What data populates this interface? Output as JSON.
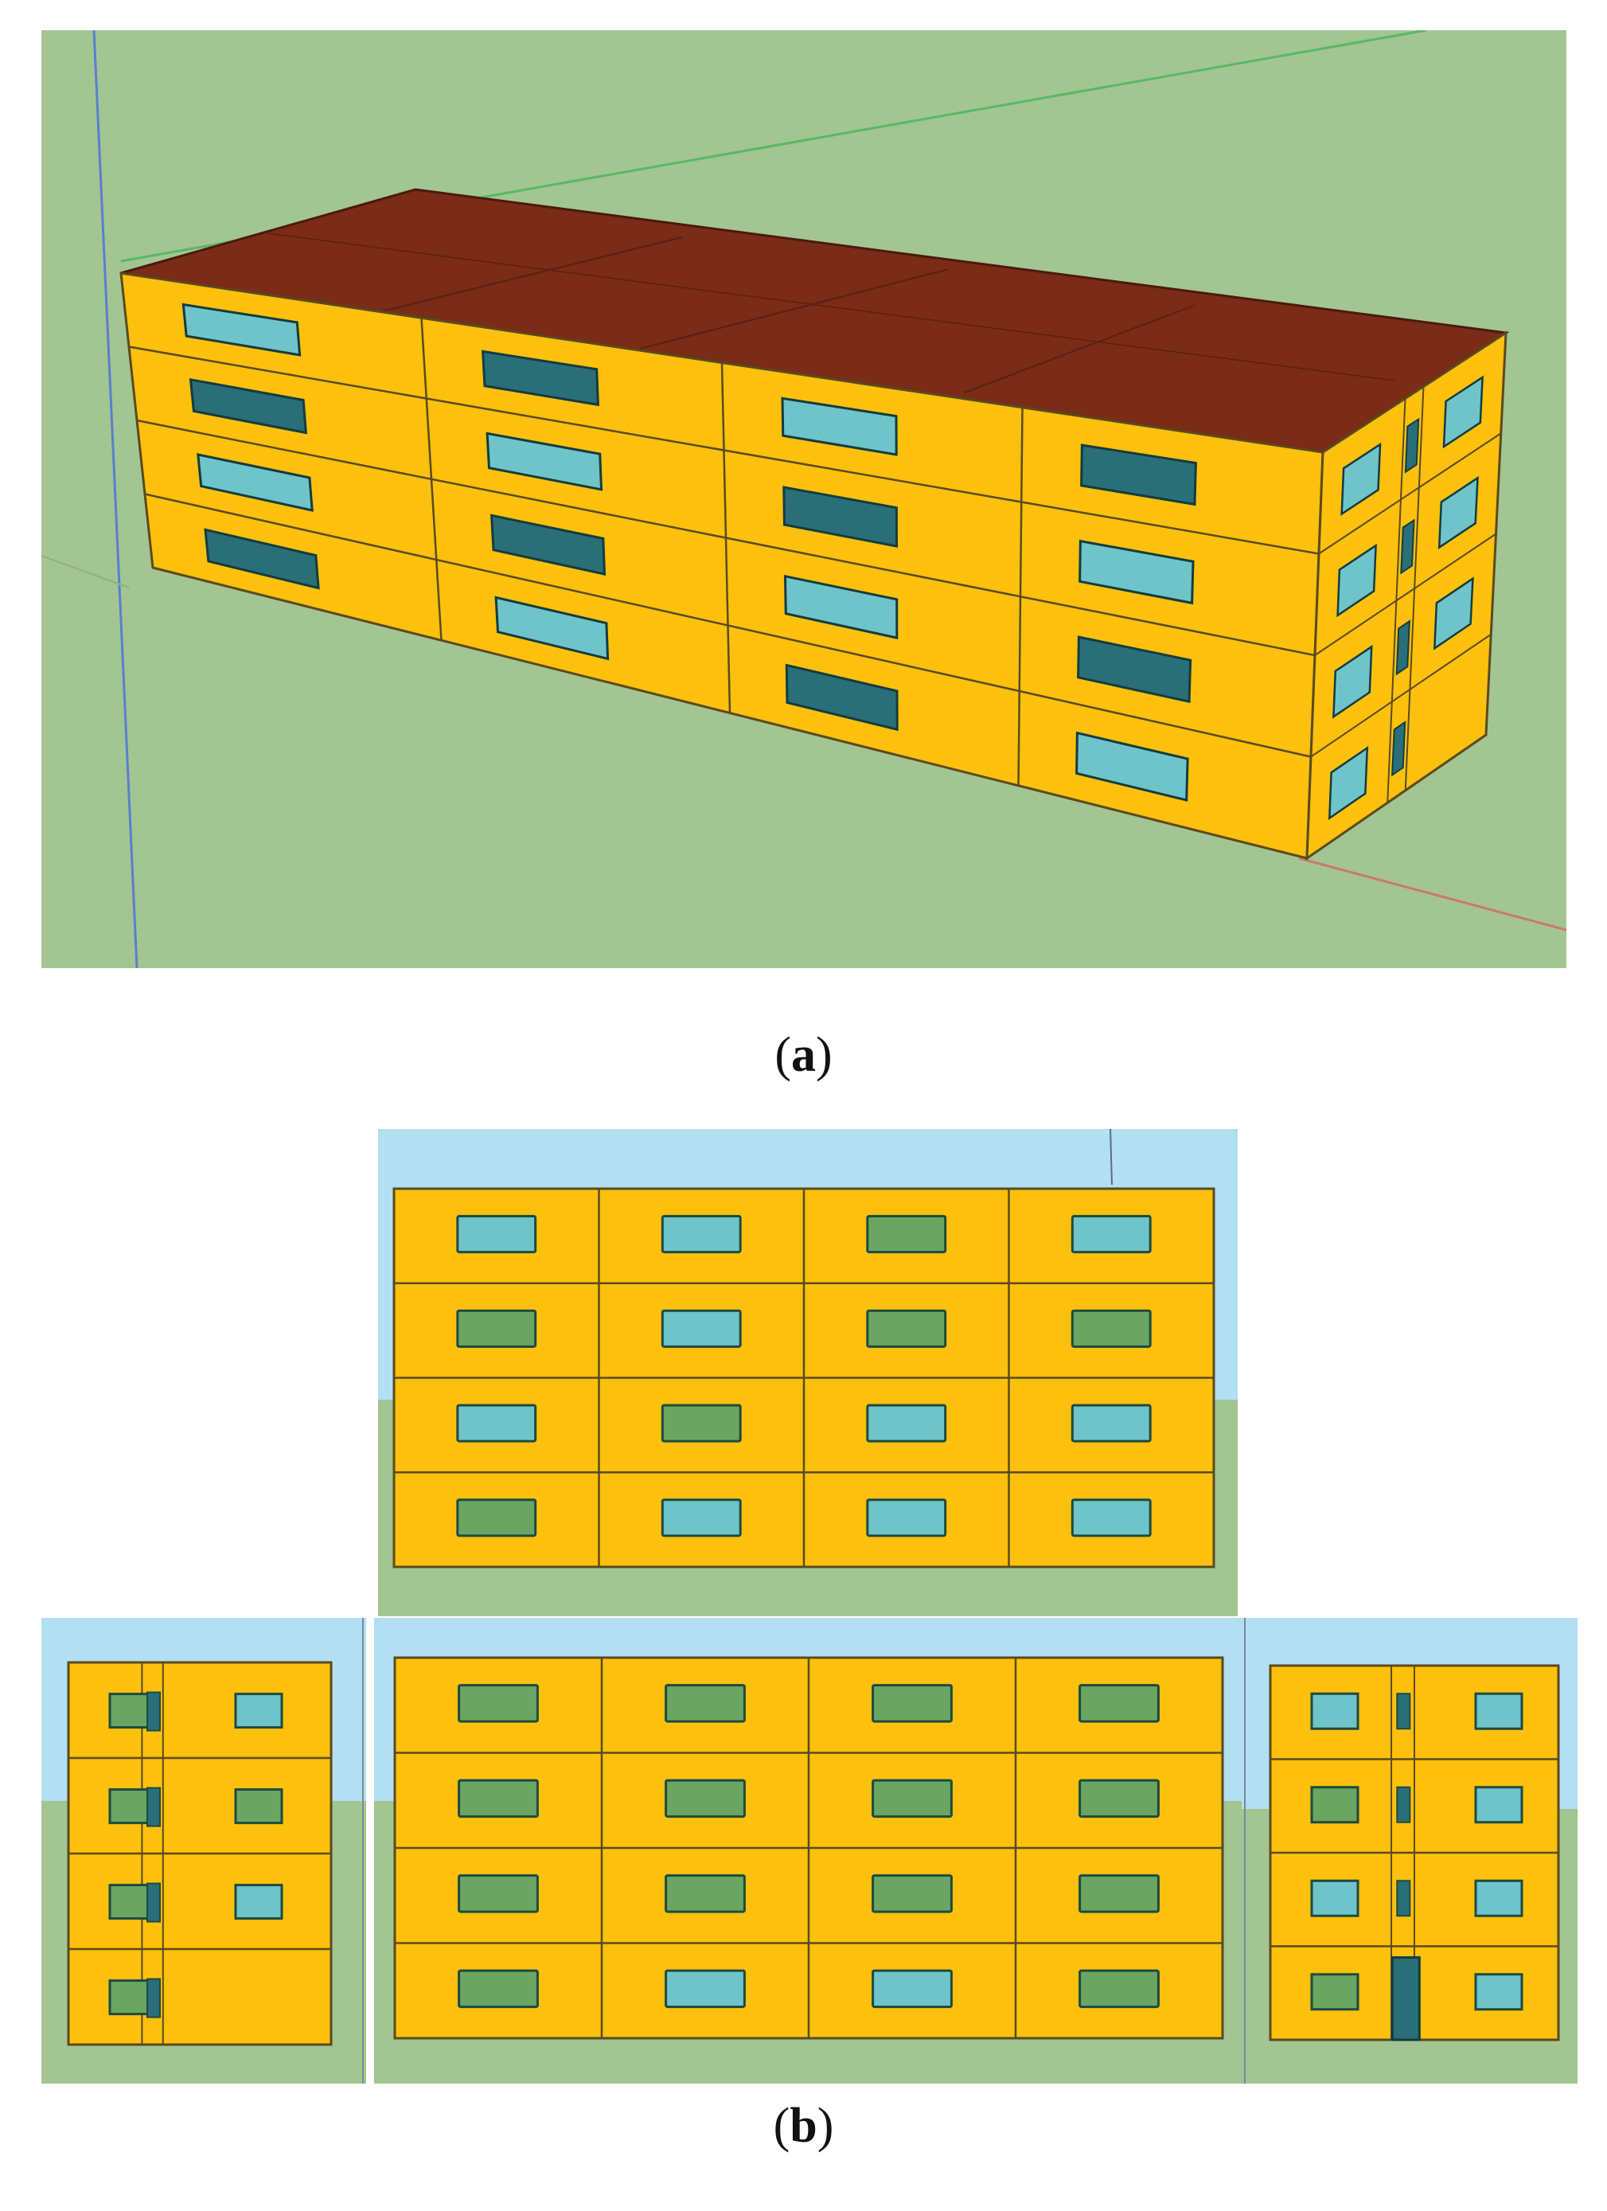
{
  "figure": {
    "captions": {
      "a": "a",
      "b": "b"
    },
    "colors": {
      "ground": "#a3c592",
      "sky": "#b2dff2",
      "wall": "#fdc00c",
      "roof": "#7b2c16",
      "edge": "#5a4a1e",
      "window_blue": "#6fc4c9",
      "window_green": "#6aa661",
      "window_dark": "#2a6f78",
      "axis_green": "#58b866",
      "axis_blue": "#5b7fd0",
      "axis_red": "#c97a6a"
    },
    "panel_a": {
      "view": "3d-perspective",
      "storeys": 4,
      "bays": 4
    },
    "panel_b": {
      "views": [
        "rear-elevation",
        "left-side-elevation",
        "front-elevation",
        "right-side-elevation"
      ],
      "storeys": 4,
      "bays_long": 4
    }
  }
}
